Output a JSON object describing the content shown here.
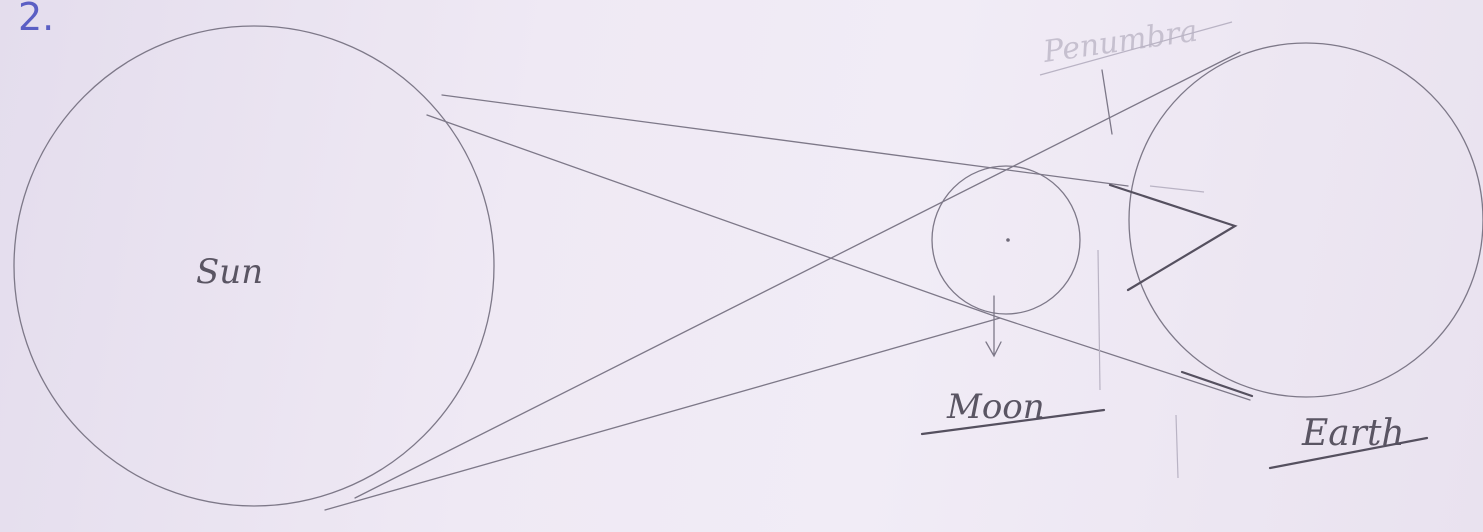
{
  "question_number": "2.",
  "labels": {
    "sun": "Sun",
    "moon": "Moon",
    "earth": "Earth",
    "erased_word": "Penumbra"
  }
}
